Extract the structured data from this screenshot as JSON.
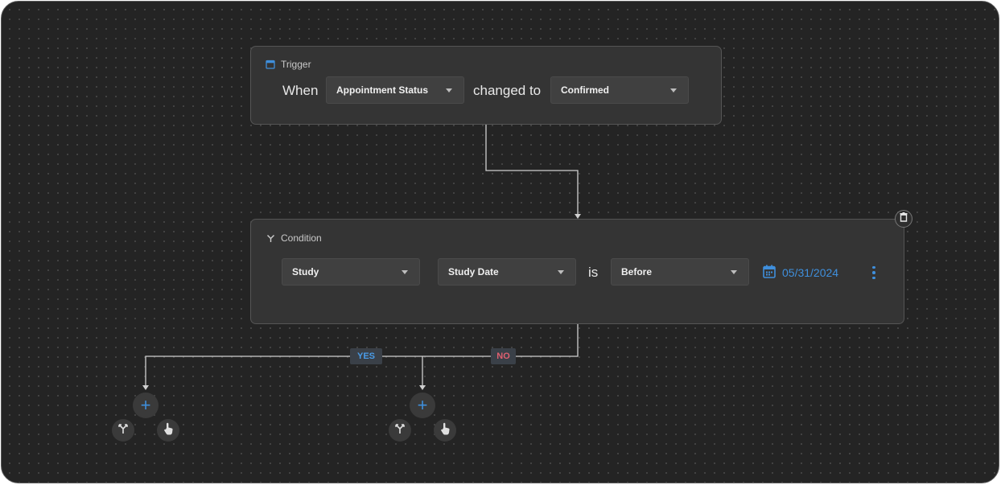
{
  "trigger": {
    "title": "Trigger",
    "when_label": "When",
    "field_value": "Appointment Status",
    "changed_label": "changed to",
    "target_value": "Confirmed"
  },
  "condition": {
    "title": "Condition",
    "entity_value": "Study",
    "field_value": "Study Date",
    "is_label": "is",
    "operator_value": "Before",
    "date_value": "05/31/2024"
  },
  "branches": {
    "yes_label": "YES",
    "no_label": "NO",
    "add_symbol": "+"
  },
  "colors": {
    "accent": "#3f8fdc",
    "yes": "#4a9ce8",
    "no": "#e06070",
    "canvas": "#242424",
    "card": "#343434"
  },
  "icons": {
    "trigger": "calendar-icon",
    "condition": "branch-icon",
    "date": "calendar-icon",
    "delete": "trash-icon",
    "more": "kebab-icon",
    "add": "plus-icon",
    "split": "branch-icon",
    "action": "pointer-hand-icon"
  }
}
